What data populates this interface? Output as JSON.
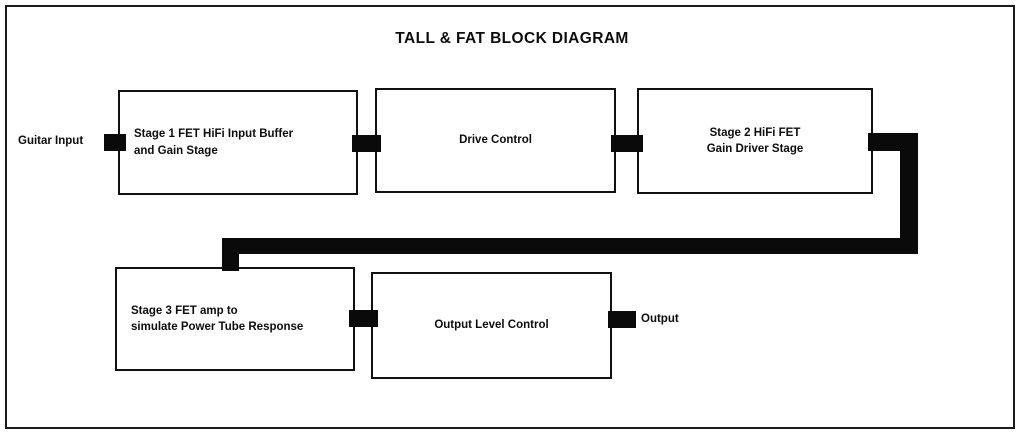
{
  "diagram": {
    "title": "TALL & FAT BLOCK DIAGRAM",
    "blocks": [
      {
        "id": "stage1",
        "label": "Stage 1 FET HiFi Input Buffer\nand Gain Stage",
        "align": "left"
      },
      {
        "id": "drive",
        "label": "Drive Control",
        "align": "center"
      },
      {
        "id": "stage2",
        "label": "Stage 2 HiFi FET\nGain Driver Stage",
        "align": "center"
      },
      {
        "id": "stage3",
        "label": "Stage 3 FET amp to\nsimulate Power Tube Response",
        "align": "left"
      },
      {
        "id": "output_level",
        "label": "Output Level Control",
        "align": "center"
      }
    ],
    "edge_labels": {
      "input": "Guitar Input",
      "output": "Output"
    },
    "signal_flow": [
      "Guitar Input -> Stage 1 FET HiFi Input Buffer and Gain Stage",
      "Stage 1 FET HiFi Input Buffer and Gain Stage -> Drive Control",
      "Drive Control -> Stage 2 HiFi FET Gain Driver Stage",
      "Stage 2 HiFi FET Gain Driver Stage -> Stage 3 FET amp to simulate Power Tube Response",
      "Stage 3 FET amp to simulate Power Tube Response -> Output Level Control",
      "Output Level Control -> Output"
    ],
    "colors": {
      "line": "#0a0a0a",
      "block_border": "#111111",
      "background": "#ffffff",
      "text": "#0d0d0d"
    }
  }
}
